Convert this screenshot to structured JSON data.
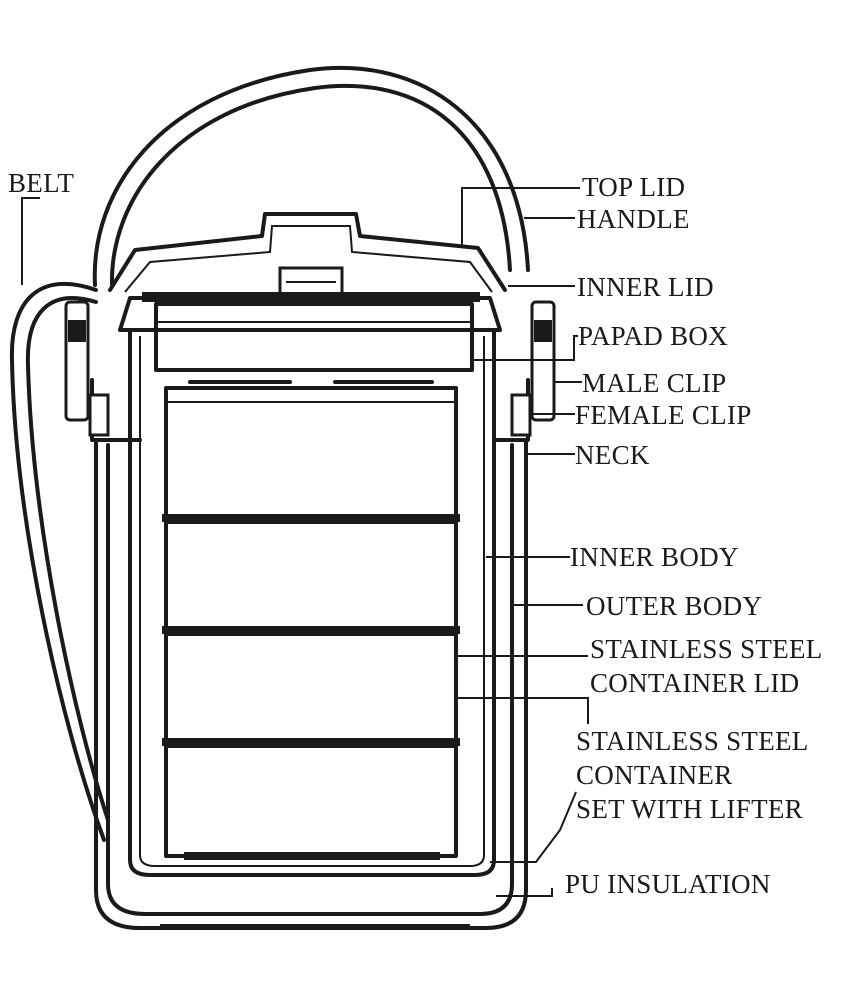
{
  "labels": {
    "belt": "BELT",
    "top_lid": "TOP LID",
    "handle": "HANDLE",
    "inner_lid": "INNER LID",
    "papad_box": "PAPAD BOX",
    "male_clip": "MALE CLIP",
    "female_clip": "FEMALE CLIP",
    "neck": "NECK",
    "inner_body": "INNER BODY",
    "outer_body": "OUTER BODY",
    "ss_container_lid_1": "STAINLESS STEEL",
    "ss_container_lid_2": "CONTAINER LID",
    "ss_container_set_1": "STAINLESS STEEL",
    "ss_container_set_2": "CONTAINER",
    "ss_container_set_3": "SET WITH LIFTER",
    "pu_insulation": "PU INSULATION"
  }
}
